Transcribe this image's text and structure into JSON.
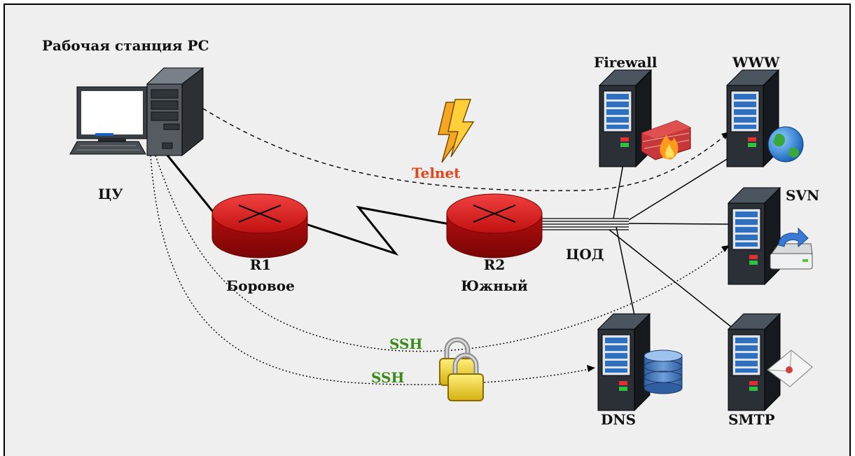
{
  "labels": {
    "workstation": "Рабочая станция PC",
    "control_center": "ЦУ",
    "r1_name": "R1",
    "r1_location": "Боровое",
    "r2_name": "R2",
    "r2_location": "Южный",
    "data_center": "ЦОД",
    "firewall": "Firewall",
    "www": "WWW",
    "svn": "SVN",
    "dns": "DNS",
    "smtp": "SMTP",
    "telnet": "Telnet",
    "ssh_upper": "SSH",
    "ssh_lower": "SSH"
  },
  "colors": {
    "background": "#efefef",
    "router": "#d41c1c",
    "telnet_text": "#e8431c",
    "ssh_text": "#3a8a1a",
    "server_body": "#1f252b"
  },
  "icons": {
    "workstation": "desktop-computer-icon",
    "router": "router-icon",
    "server": "server-icon",
    "firewall_badge": "brick-wall-fire-icon",
    "www_badge": "globe-icon",
    "svn_badge": "drive-download-icon",
    "dns_badge": "database-icon",
    "smtp_badge": "envelope-icon",
    "telnet_badge": "lightning-icon",
    "ssh_badge": "padlock-icon"
  }
}
